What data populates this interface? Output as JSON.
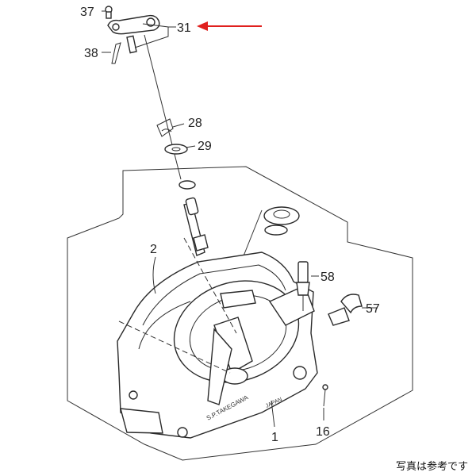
{
  "callouts": {
    "c37": "37",
    "c31": "31",
    "c38": "38",
    "c28": "28",
    "c29": "29",
    "c2": "2",
    "c58": "58",
    "c57": "57",
    "c16": "16",
    "c1": "1"
  },
  "engraving": {
    "brand": "S.P.TAKEGAWA",
    "origin": "JAPAN"
  },
  "caption": "写真は参考です",
  "colors": {
    "arrow": "#e0201e",
    "line": "#2a2a2a"
  }
}
